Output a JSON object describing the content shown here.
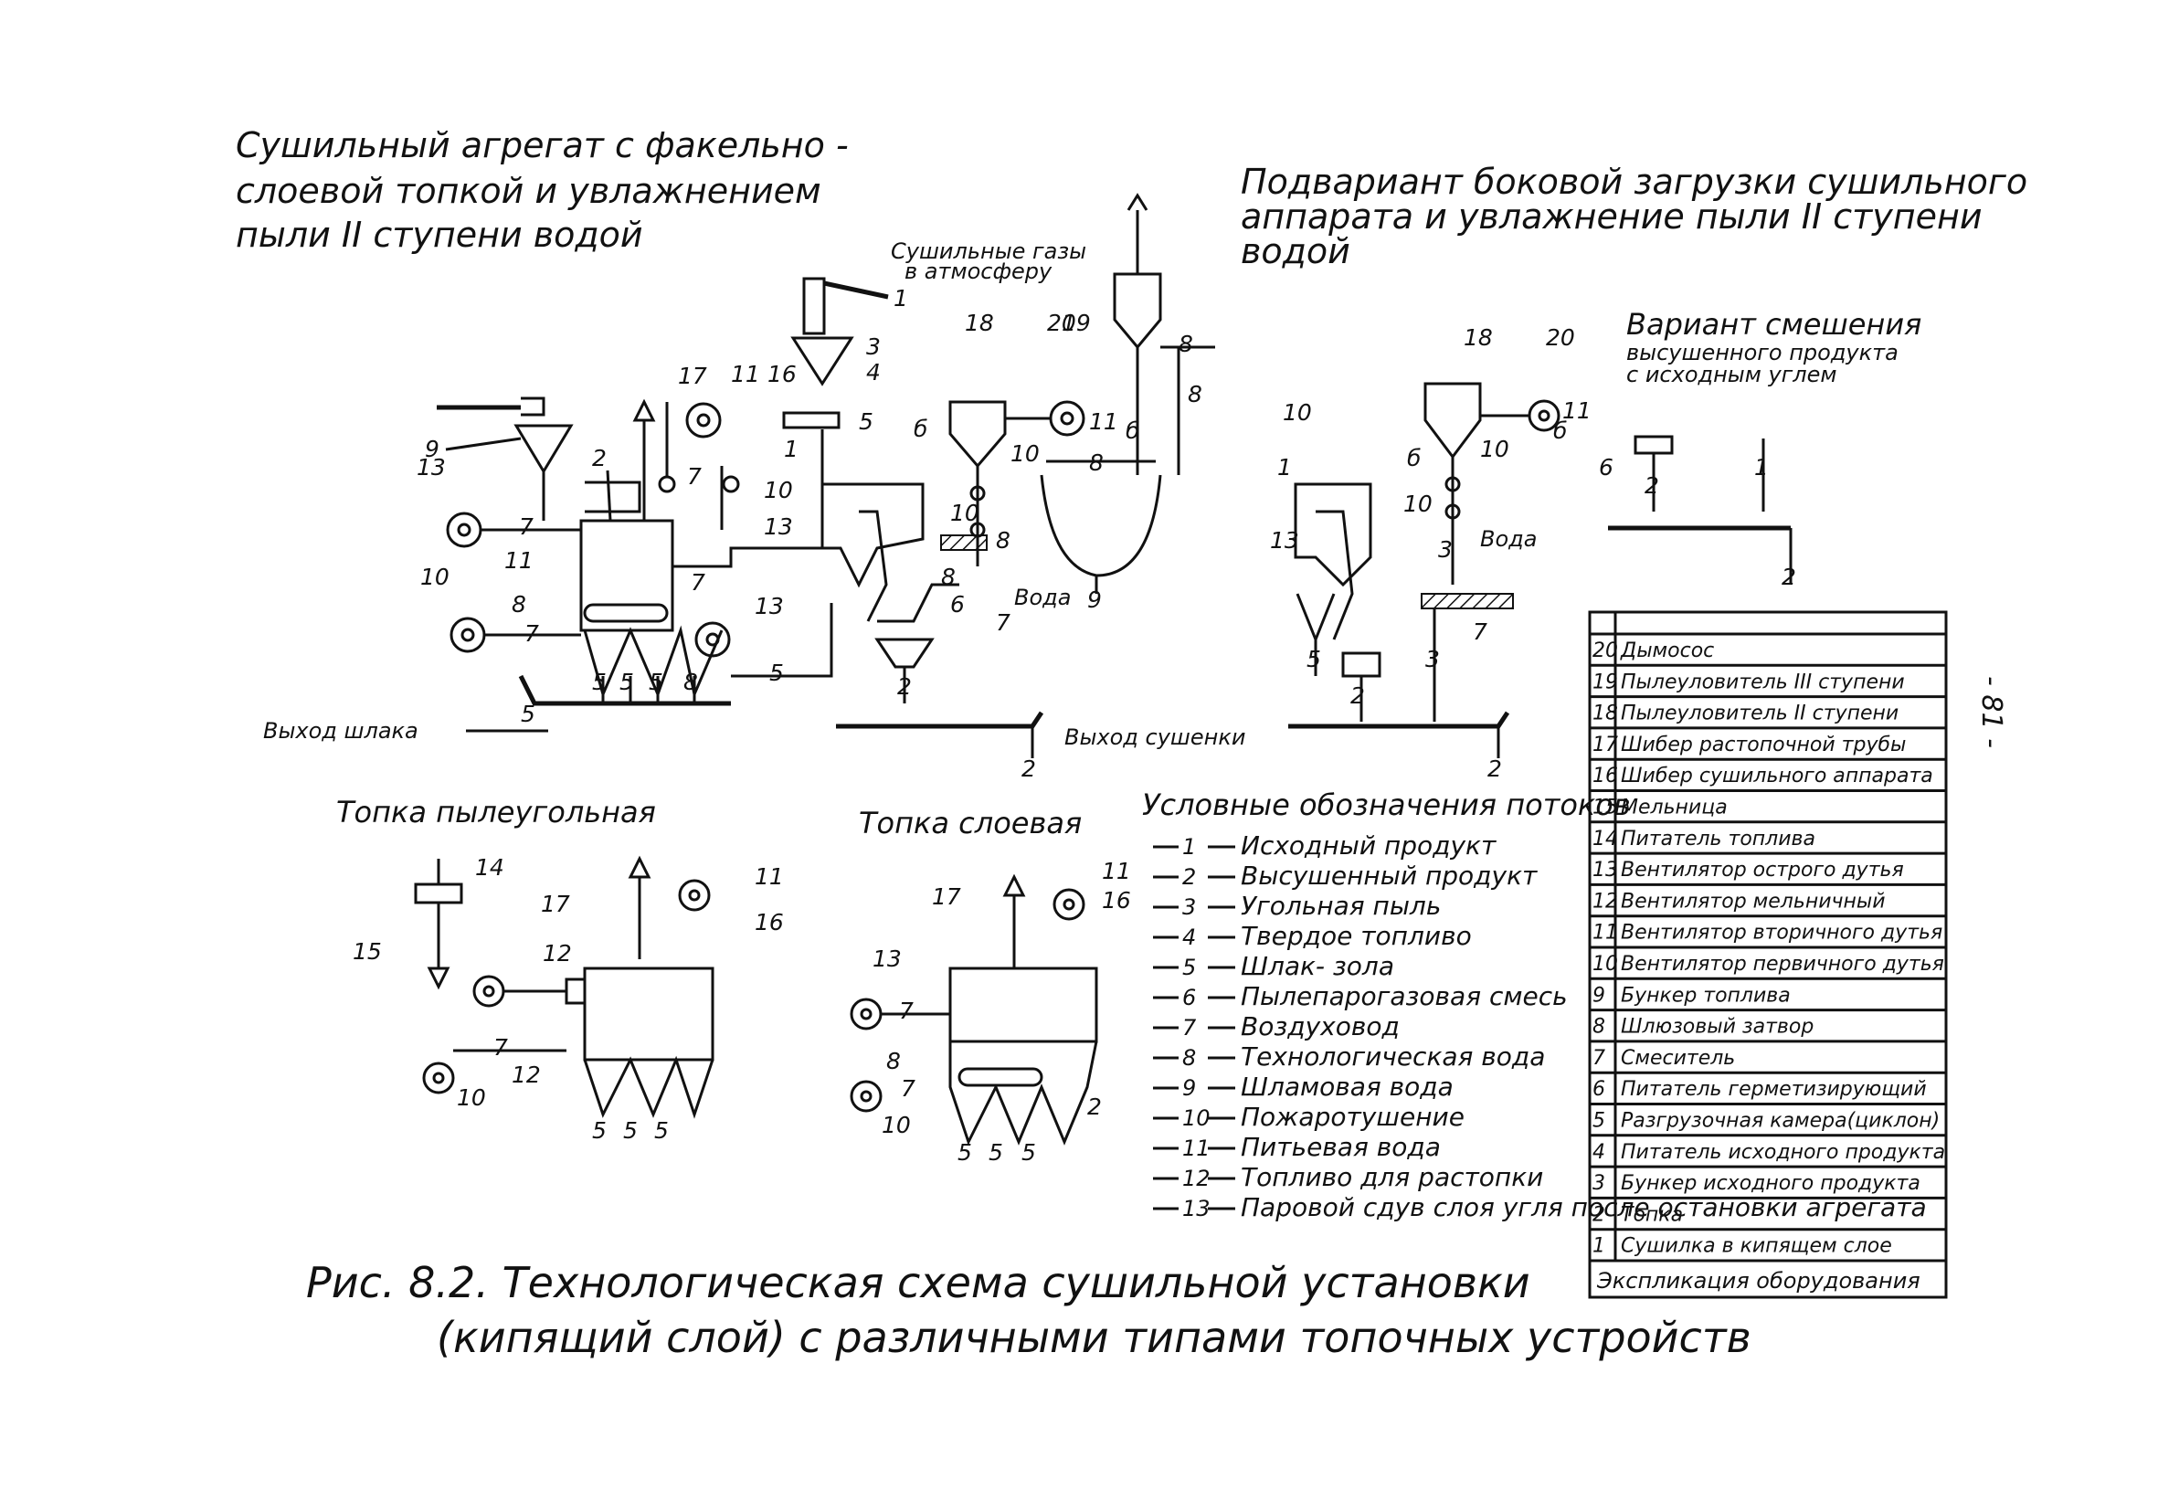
{
  "page_number": "- 81 -",
  "titles": {
    "main_left": [
      "Сушильный агрегат с факельно -",
      "слоевой топкой и увлажнением",
      "пыли II ступени  водой"
    ],
    "right_variant": [
      "Подвариант боковой загрузки сушильного",
      "аппарата и увлажнение пыли II ступени",
      "водой"
    ],
    "mix_variant": [
      "Вариант смешения",
      "высушенного продукта",
      "с исходным углем"
    ],
    "furnace_pulverized": "Топка пылеугольная",
    "furnace_layer": "Топка слоевая",
    "legend_title": "Условные обозначения потоков"
  },
  "annotations": {
    "gases": [
      "Сушильные газы",
      "в атмосферу"
    ],
    "slag_exit": "Выход шлака",
    "dryer_exit": "Выход сушенки",
    "water": "Вода"
  },
  "caption": [
    "Рис. 8.2. Технологическая схема сушильной установки",
    "(кипящий слой) с различными типами топочных устройств"
  ],
  "legend": [
    {
      "code": "1",
      "label": "Исходный продукт"
    },
    {
      "code": "2",
      "label": "Высушенный продукт"
    },
    {
      "code": "3",
      "label": "Угольная пыль"
    },
    {
      "code": "4",
      "label": "Твердое топливо"
    },
    {
      "code": "5",
      "label": "Шлак- зола"
    },
    {
      "code": "6",
      "label": "Пылепарогазовая смесь"
    },
    {
      "code": "7",
      "label": "Воздуховод"
    },
    {
      "code": "8",
      "label": "Технологическая вода"
    },
    {
      "code": "9",
      "label": "Шламовая вода"
    },
    {
      "code": "10",
      "label": "Пожаротушение"
    },
    {
      "code": "11",
      "label": "Питьевая вода"
    },
    {
      "code": "12",
      "label": "Топливо для растопки"
    },
    {
      "code": "13",
      "label": "Паровой сдув слоя угля после остановки агрегата"
    }
  ],
  "equipment_table": {
    "title": "Экспликация оборудования",
    "rows": [
      {
        "n": "20",
        "name": "Дымосос"
      },
      {
        "n": "19",
        "name": "Пылеуловитель III ступени"
      },
      {
        "n": "18",
        "name": "Пылеуловитель II ступени"
      },
      {
        "n": "17",
        "name": "Шибер растопочной трубы"
      },
      {
        "n": "16",
        "name": "Шибер сушильного аппарата"
      },
      {
        "n": "15",
        "name": "Мельница"
      },
      {
        "n": "14",
        "name": "Питатель топлива"
      },
      {
        "n": "13",
        "name": "Вентилятор острого дутья"
      },
      {
        "n": "12",
        "name": "Вентилятор мельничный"
      },
      {
        "n": "11",
        "name": "Вентилятор вторичного дутья"
      },
      {
        "n": "10",
        "name": "Вентилятор первичного дутья"
      },
      {
        "n": "9",
        "name": "Бункер топлива"
      },
      {
        "n": "8",
        "name": "Шлюзовый затвор"
      },
      {
        "n": "7",
        "name": "Смеситель"
      },
      {
        "n": "6",
        "name": "Питатель герметизирующий"
      },
      {
        "n": "5",
        "name": "Разгрузочная камера(циклон)"
      },
      {
        "n": "4",
        "name": "Питатель исходного продукта"
      },
      {
        "n": "3",
        "name": "Бункер исходного продукта"
      },
      {
        "n": "2",
        "name": "Топка"
      },
      {
        "n": "1",
        "name": "Сушилка в кипящем слое"
      }
    ]
  }
}
